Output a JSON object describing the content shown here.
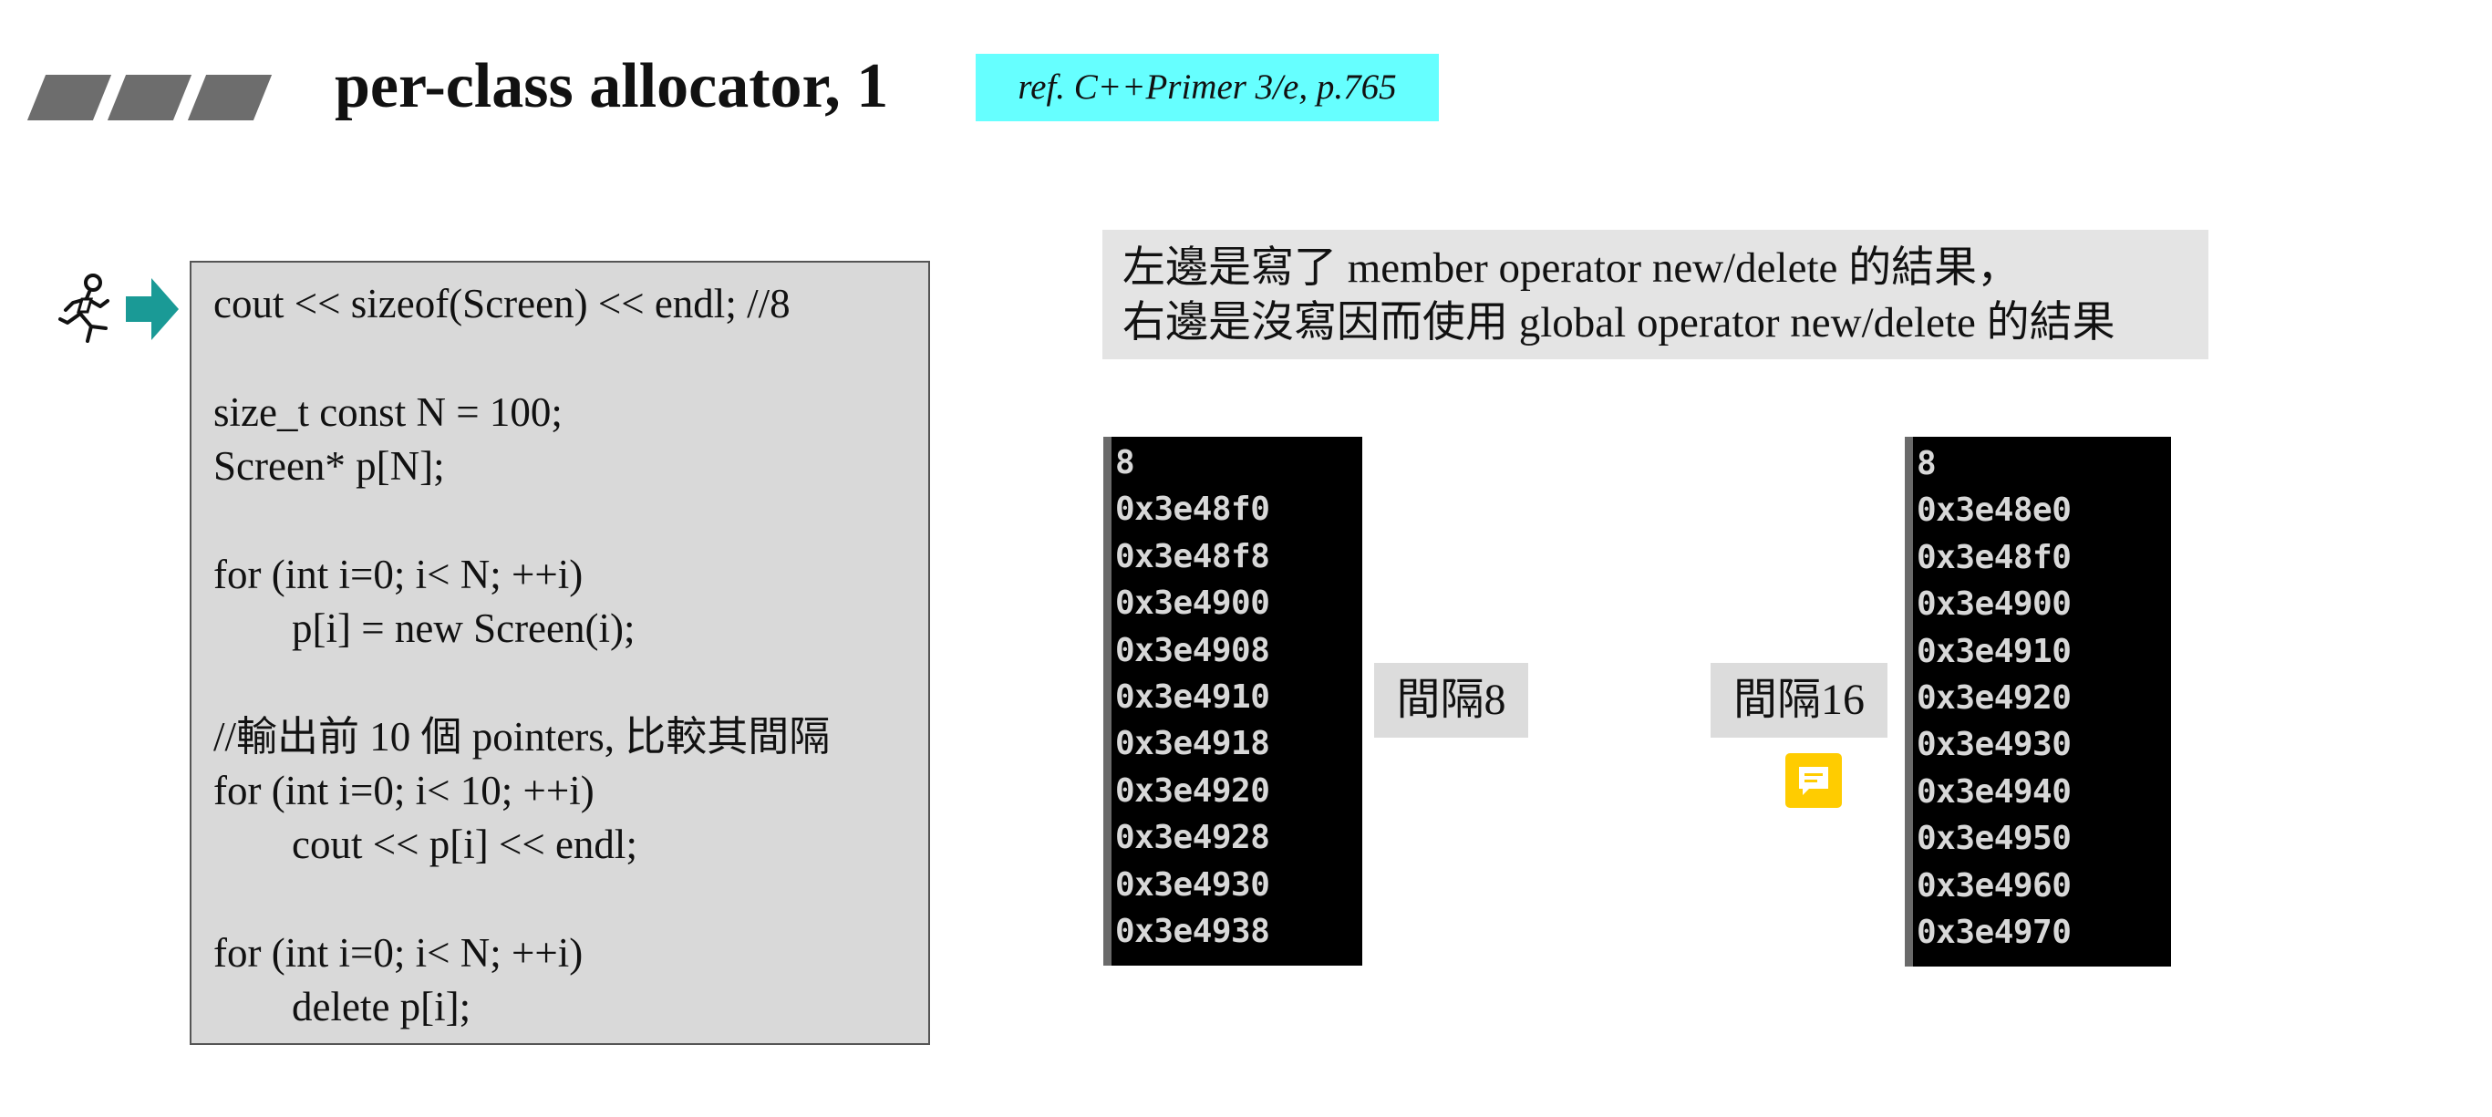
{
  "slide": {
    "title": "per-class allocator, 1",
    "reference": "ref. C++Primer 3/e, p.765"
  },
  "icons": {
    "decor": "parallelogram-bars",
    "runner": "running-figure-icon",
    "arrow": "right-arrow-icon",
    "comment": "comment-icon"
  },
  "colors": {
    "reference_background": "#66ffff",
    "code_background": "#d9d9d9",
    "arrow": "#1a9a96",
    "comment": "#ffcc00",
    "terminal_background": "#000000"
  },
  "code_lines": [
    "cout << sizeof(Screen) << endl;  //8",
    "size_t const N = 100;",
    "Screen* p[N];",
    "for (int i=0; i< N; ++i)",
    "p[i] = new Screen(i);",
    "//輸出前 10 個 pointers, 比較其間隔",
    "for (int i=0; i< 10; ++i)",
    "cout << p[i] << endl;",
    "for (int i=0; i< N; ++i)",
    "delete p[i];"
  ],
  "note": {
    "line1": "左邊是寫了 member operator new/delete 的結果，",
    "line2": "右邊是沒寫因而使用 global operator new/delete 的結果"
  },
  "terminal_left": [
    "8",
    "0x3e48f0",
    "0x3e48f8",
    "0x3e4900",
    "0x3e4908",
    "0x3e4910",
    "0x3e4918",
    "0x3e4920",
    "0x3e4928",
    "0x3e4930",
    "0x3e4938"
  ],
  "terminal_right": [
    "8",
    "0x3e48e0",
    "0x3e48f0",
    "0x3e4900",
    "0x3e4910",
    "0x3e4920",
    "0x3e4930",
    "0x3e4940",
    "0x3e4950",
    "0x3e4960",
    "0x3e4970"
  ],
  "gap_left": "間隔8",
  "gap_right": "間隔16"
}
